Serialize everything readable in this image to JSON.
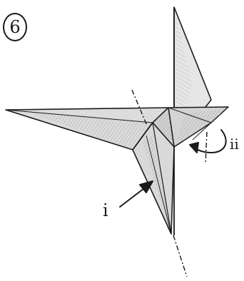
{
  "step": {
    "number": "6"
  },
  "labels": {
    "i": "i",
    "ii": "ii"
  },
  "colors": {
    "ink": "#1a1a1a",
    "paper_shade_light": "#e4e4e4",
    "paper_shade_mid": "#c9c9c9",
    "paper_shade_dark": "#a8a8a8",
    "background": "#ffffff"
  },
  "icons": {
    "arrow_i": "straight-arrow-icon",
    "arrow_ii": "curved-arrow-icon"
  }
}
